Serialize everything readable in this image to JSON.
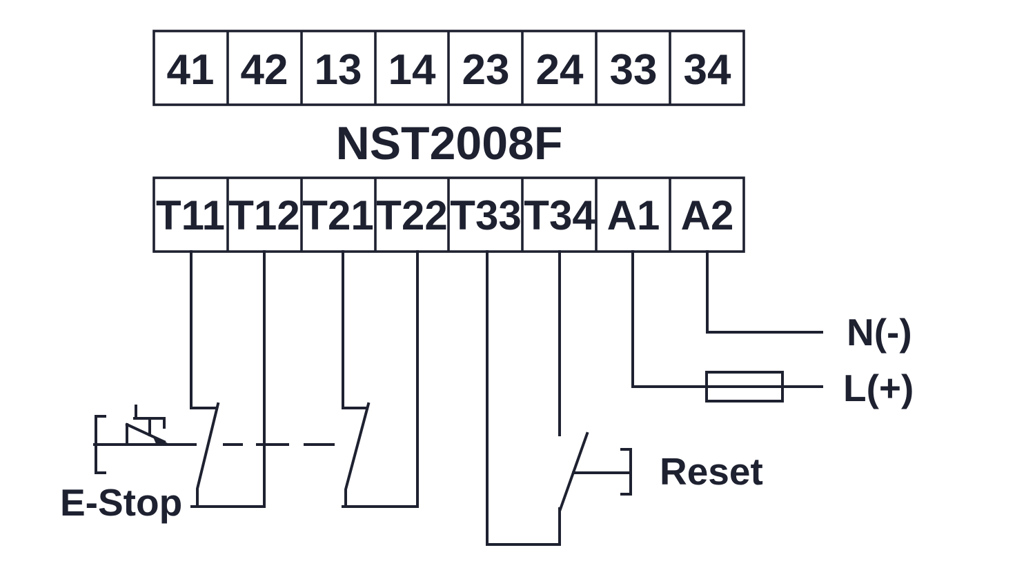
{
  "diagram": {
    "device_label": "NST2008F",
    "top_terminals": [
      "41",
      "42",
      "13",
      "14",
      "23",
      "24",
      "33",
      "34"
    ],
    "bottom_terminals": [
      "T11",
      "T12",
      "T21",
      "T22",
      "T33",
      "T34",
      "A1",
      "A2"
    ],
    "annotations": {
      "emergency_stop": "E-Stop",
      "reset": "Reset",
      "supply_neutral": "N(-)",
      "supply_line": "L(+)"
    },
    "symbols": [
      "estop-mushroom-actuator",
      "nc-contact",
      "nc-contact",
      "no-contact-manual-reset",
      "fuse"
    ],
    "colors": {
      "ink": "#1e2130",
      "background": "#ffffff"
    }
  }
}
